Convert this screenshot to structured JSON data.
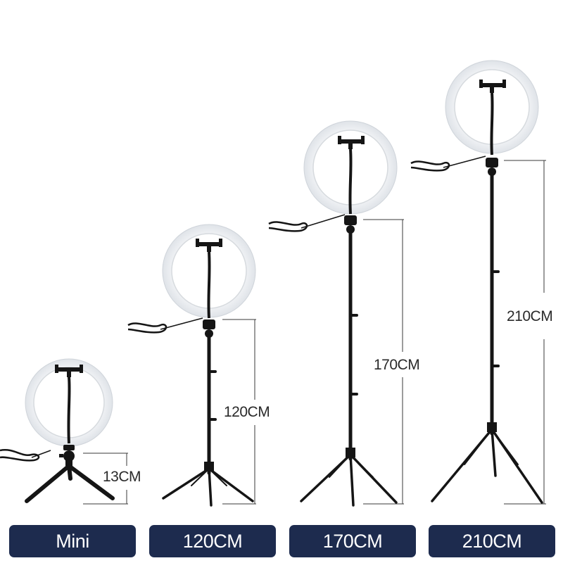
{
  "colors": {
    "label_bg": "#1d2b4e",
    "label_text": "#ffffff",
    "stand": "#121212",
    "ring_glow": "#f4f6f8",
    "dimension_line": "#3a3a3a"
  },
  "stands": [
    {
      "name": "Mini",
      "height_label": "13CM"
    },
    {
      "name": "120CM",
      "height_label": "120CM"
    },
    {
      "name": "170CM",
      "height_label": "170CM"
    },
    {
      "name": "210CM",
      "height_label": "210CM"
    }
  ]
}
